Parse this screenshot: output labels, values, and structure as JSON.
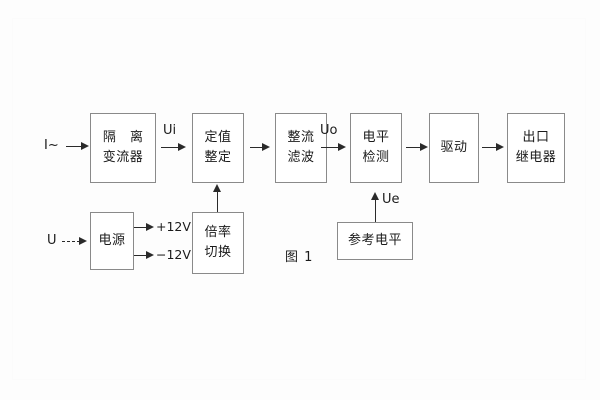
{
  "figure": {
    "caption": "图 1",
    "inputs": [
      {
        "name": "current-input",
        "label": "I~"
      },
      {
        "name": "voltage-input",
        "label": "U"
      }
    ],
    "signals": [
      {
        "name": "ui",
        "label": "Ui"
      },
      {
        "name": "uo",
        "label": "Uo"
      },
      {
        "name": "ue",
        "label": "Ue"
      }
    ],
    "supply_rails": [
      {
        "name": "rail-positive",
        "label": "+12V"
      },
      {
        "name": "rail-negative",
        "label": "−12V"
      }
    ],
    "blocks": [
      {
        "name": "isolation-transformer",
        "lines": [
          "隔 离",
          "变流器"
        ]
      },
      {
        "name": "setting-value",
        "lines": [
          "定值",
          "整定"
        ]
      },
      {
        "name": "rectifier-filter",
        "lines": [
          "整流",
          "滤波"
        ]
      },
      {
        "name": "level-detection",
        "lines": [
          "电平",
          "检测"
        ]
      },
      {
        "name": "drive",
        "lines": [
          "驱动"
        ]
      },
      {
        "name": "output-relay",
        "lines": [
          "出口",
          "继电器"
        ]
      },
      {
        "name": "power-supply",
        "lines": [
          "电源"
        ]
      },
      {
        "name": "multiplier-switch",
        "lines": [
          "倍率",
          "切换"
        ]
      },
      {
        "name": "reference-level",
        "lines": [
          "参考电平"
        ]
      }
    ]
  }
}
